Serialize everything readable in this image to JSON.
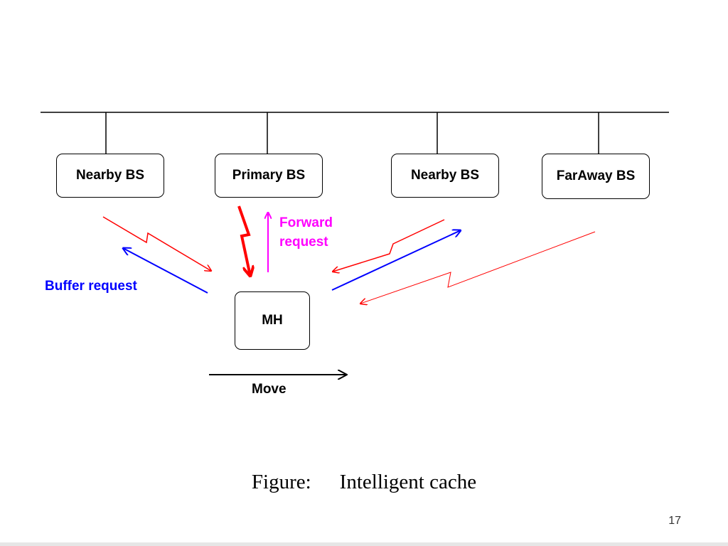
{
  "diagram": {
    "nodes": {
      "nearby_bs_left": "Nearby BS",
      "primary_bs": "Primary BS",
      "nearby_bs_right": "Nearby BS",
      "faraway_bs": "FarAway BS",
      "mh": "MH"
    },
    "labels": {
      "forward_request": [
        "Forward",
        "request"
      ],
      "buffer_request": "Buffer request",
      "move": "Move"
    },
    "colors": {
      "wireless_signal": "#ff0000",
      "buffer_request": "#0000ff",
      "forward_request": "#ff00ff",
      "move": "#000000"
    }
  },
  "caption": {
    "prefix": "Figure:",
    "title": "Intelligent cache"
  },
  "page_number": "17"
}
